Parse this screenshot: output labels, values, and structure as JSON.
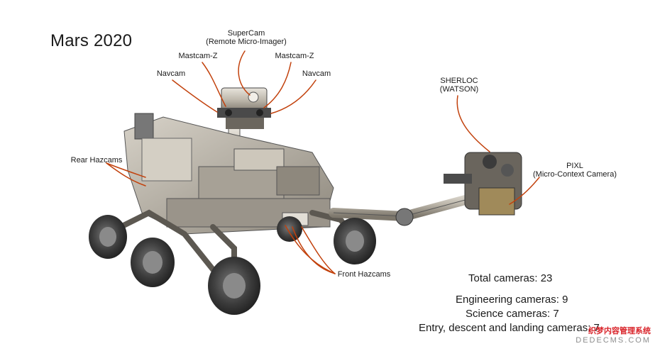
{
  "title": "Mars 2020",
  "labels": {
    "supercam_line1": "SuperCam",
    "supercam_line2": "(Remote Micro-Imager)",
    "mastcam_left": "Mastcam-Z",
    "mastcam_right": "Mastcam-Z",
    "navcam_left": "Navcam",
    "navcam_right": "Navcam",
    "sherloc_line1": "SHERLOC",
    "sherloc_line2": "(WATSON)",
    "rear_hazcams": "Rear Hazcams",
    "pixl_line1": "PIXL",
    "pixl_line2": "(Micro-Context Camera)",
    "front_hazcams": "Front Hazcams"
  },
  "stats": {
    "total": "Total cameras:  23",
    "engineering": "Engineering cameras: 9",
    "science": "Science cameras: 7",
    "edl": "Entry, descent and landing cameras: 7"
  },
  "watermark": {
    "text": "织梦内容管理系统",
    "url": "DEDECMS.COM"
  },
  "colors": {
    "leader_line": "#c2410c",
    "body_metal": "#b9b4aa",
    "wheel_dark": "#3a3a3a"
  }
}
